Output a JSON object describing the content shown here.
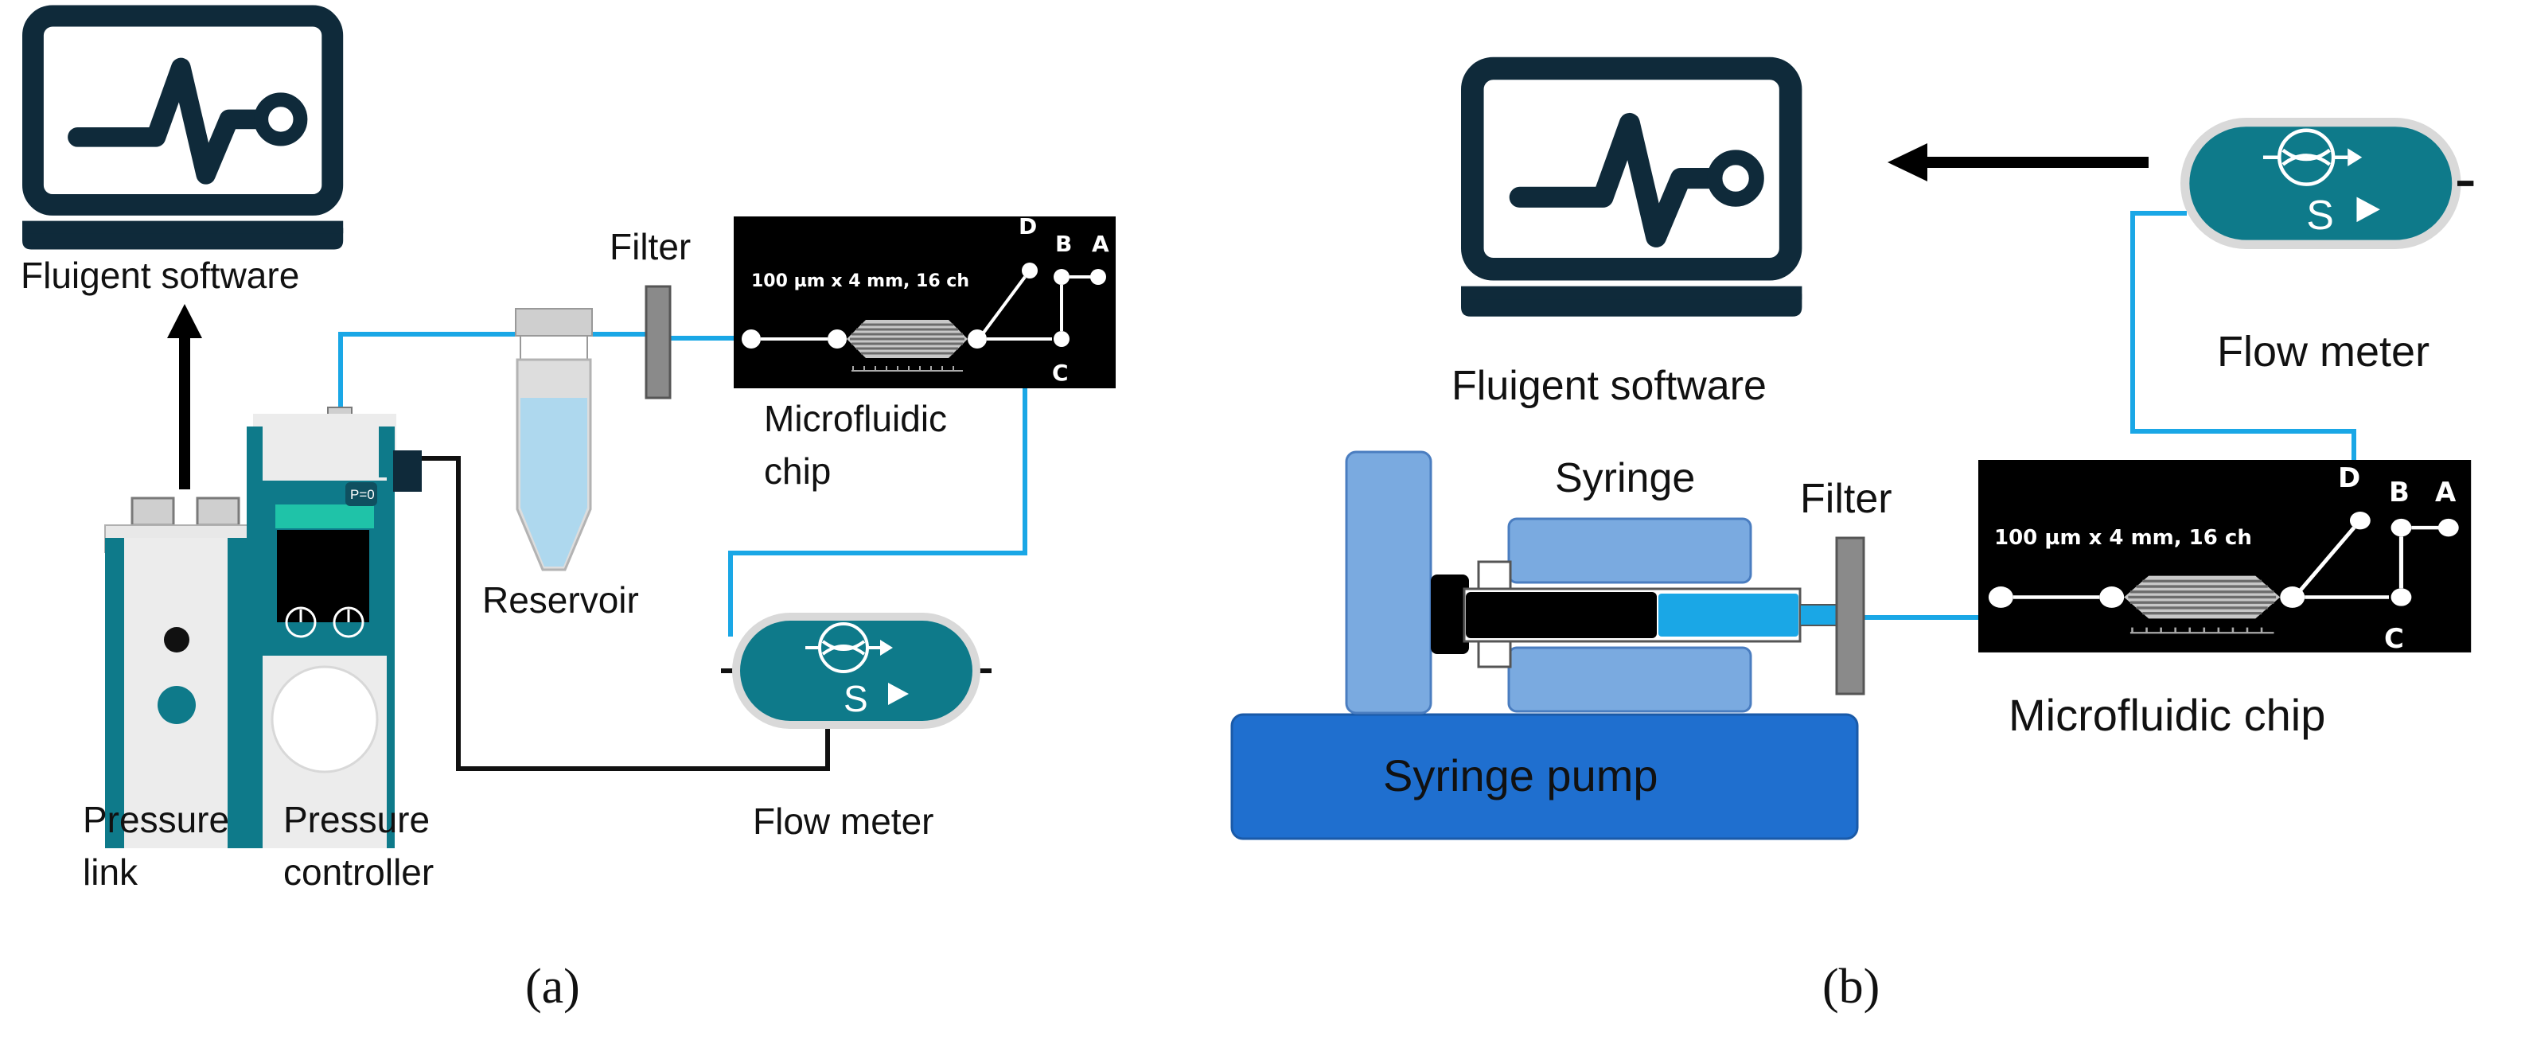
{
  "colors": {
    "tube": "#1aa7e6",
    "teal": "#0e7a8a",
    "dark_navy": "#0f2a3a",
    "light_blue_block": "#7aaae0",
    "pump_blue": "#1f6fcf",
    "chip_bg": "#000000"
  },
  "panel_a": {
    "software_label": "Fluigent software",
    "filter_label": "Filter",
    "chip_spec": "100 µm x 4 mm, 16 ch",
    "port_d": "D",
    "port_b": "B",
    "port_a": "A",
    "port_c": "C",
    "chip_label_line1": "Microfluidic",
    "chip_label_line2": "chip",
    "reservoir_label": "Reservoir",
    "flow_meter_label": "Flow meter",
    "pressure_link_line1": "Pressure",
    "pressure_link_line2": "link",
    "pressure_controller_line1": "Pressure",
    "pressure_controller_line2": "controller",
    "display_text": "P=0",
    "sensor_letter": "S",
    "caption": "(a)"
  },
  "panel_b": {
    "software_label": "Fluigent software",
    "flow_meter_label": "Flow meter",
    "syringe_label": "Syringe",
    "filter_label": "Filter",
    "chip_spec": "100 µm x 4 mm, 16 ch",
    "port_d": "D",
    "port_b": "B",
    "port_a": "A",
    "port_c": "C",
    "chip_label": "Microfluidic chip",
    "pump_label": "Syringe pump",
    "sensor_letter": "S",
    "caption": "(b)"
  }
}
